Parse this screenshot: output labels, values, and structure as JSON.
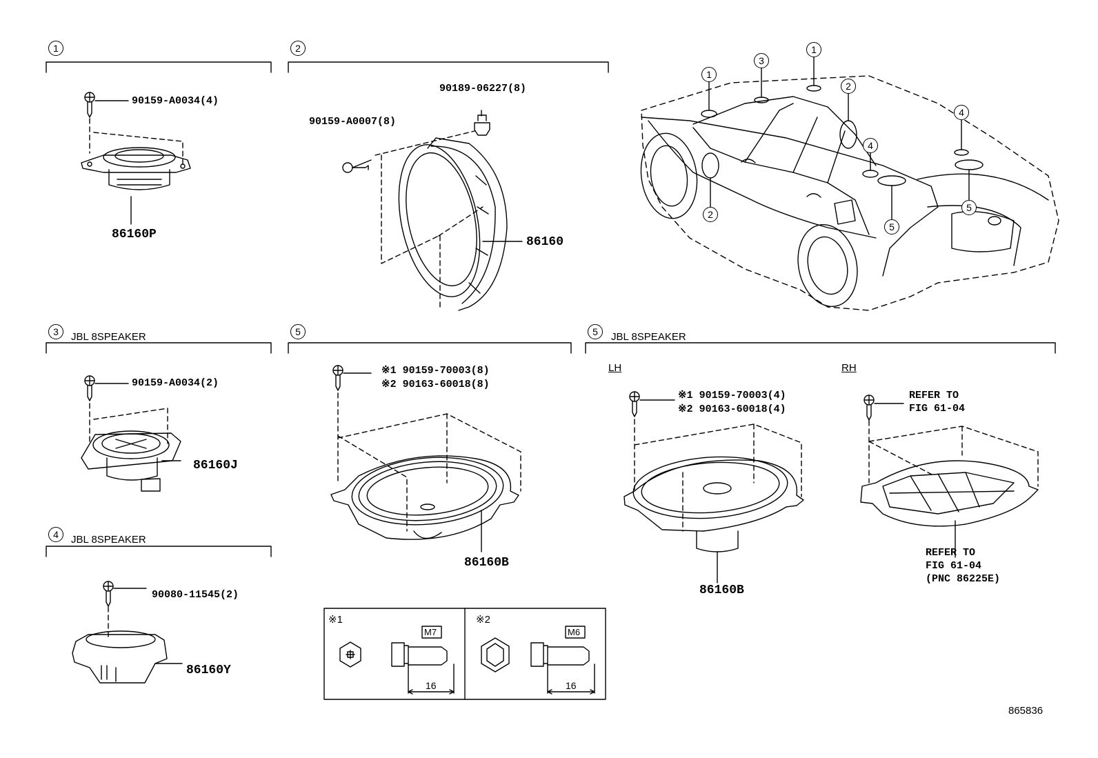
{
  "diagram_id": "865836",
  "sections": [
    {
      "id": "1",
      "title": ""
    },
    {
      "id": "2",
      "title": ""
    },
    {
      "id": "3",
      "title": "JBL 8SPEAKER"
    },
    {
      "id": "4",
      "title": "JBL 8SPEAKER"
    },
    {
      "id": "5",
      "title": ""
    },
    {
      "id": "5",
      "title": "JBL 8SPEAKER"
    }
  ],
  "parts": {
    "s1_bolt": "90159-A0034(4)",
    "s1_speaker": "86160P",
    "s2_clip": "90189-06227(8)",
    "s2_screw": "90159-A0007(8)",
    "s2_speaker": "86160",
    "s3_bolt": "90159-A0034(2)",
    "s3_speaker": "86160J",
    "s4_bolt": "90080-11545(2)",
    "s4_speaker": "86160Y",
    "s5_bolt1": "※1 90159-70003(8)",
    "s5_bolt2": "※2 90163-60018(8)",
    "s5_speaker": "86160B",
    "lh_label": "LH",
    "rh_label": "RH",
    "lh_bolt1": "※1 90159-70003(4)",
    "lh_bolt2": "※2 90163-60018(4)",
    "lh_speaker": "86160B",
    "rh_refer1": "REFER TO",
    "rh_refer2": "FIG 61-04",
    "rh_part1": "REFER TO",
    "rh_part2": "FIG 61-04",
    "rh_part3": "(PNC 86225E)"
  },
  "legend": {
    "mark1": "※1",
    "mark2": "※2",
    "size1": "M7",
    "size2": "M6",
    "len1": "16",
    "len2": "16"
  },
  "car_callouts": [
    "1",
    "3",
    "1",
    "2",
    "2",
    "4",
    "4",
    "5",
    "5"
  ]
}
